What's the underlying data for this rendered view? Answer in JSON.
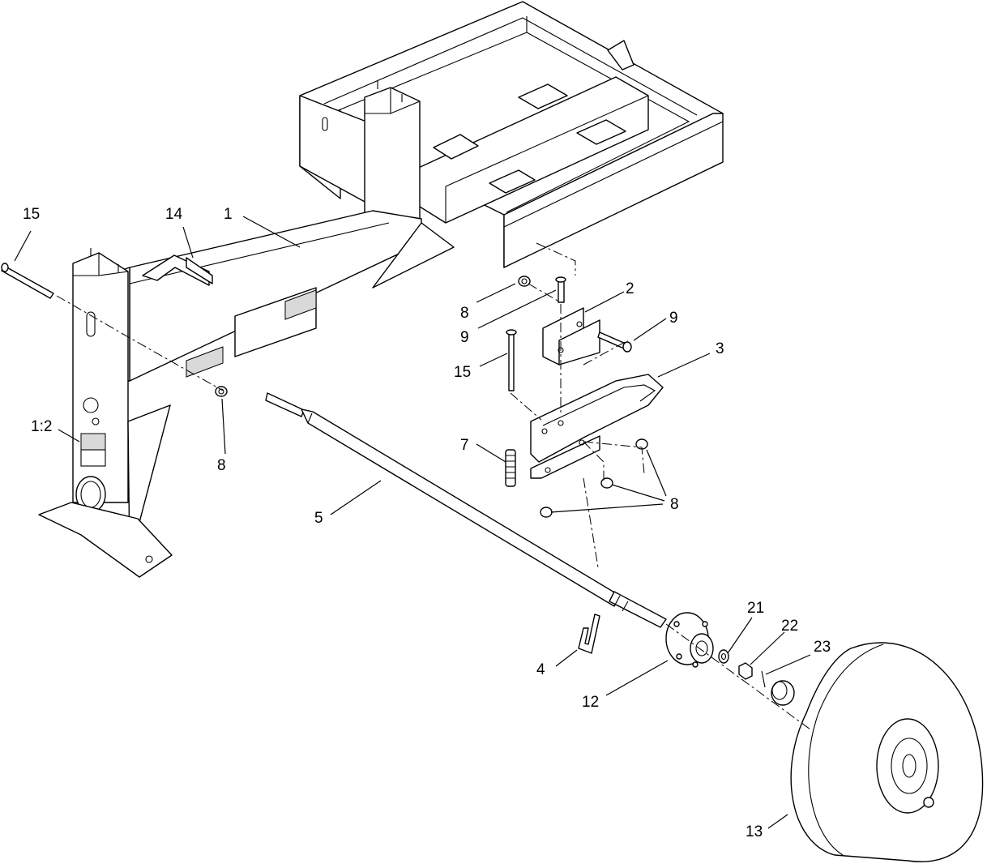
{
  "callouts": {
    "c1": "1",
    "c1_2": "1:2",
    "c2": "2",
    "c3": "3",
    "c4": "4",
    "c5": "5",
    "c7": "7",
    "c8a": "8",
    "c8b": "8",
    "c8c": "8",
    "c9a": "9",
    "c9b": "9",
    "c12": "12",
    "c13": "13",
    "c14": "14",
    "c15a": "15",
    "c15b": "15",
    "c21": "21",
    "c22": "22",
    "c23": "23"
  }
}
